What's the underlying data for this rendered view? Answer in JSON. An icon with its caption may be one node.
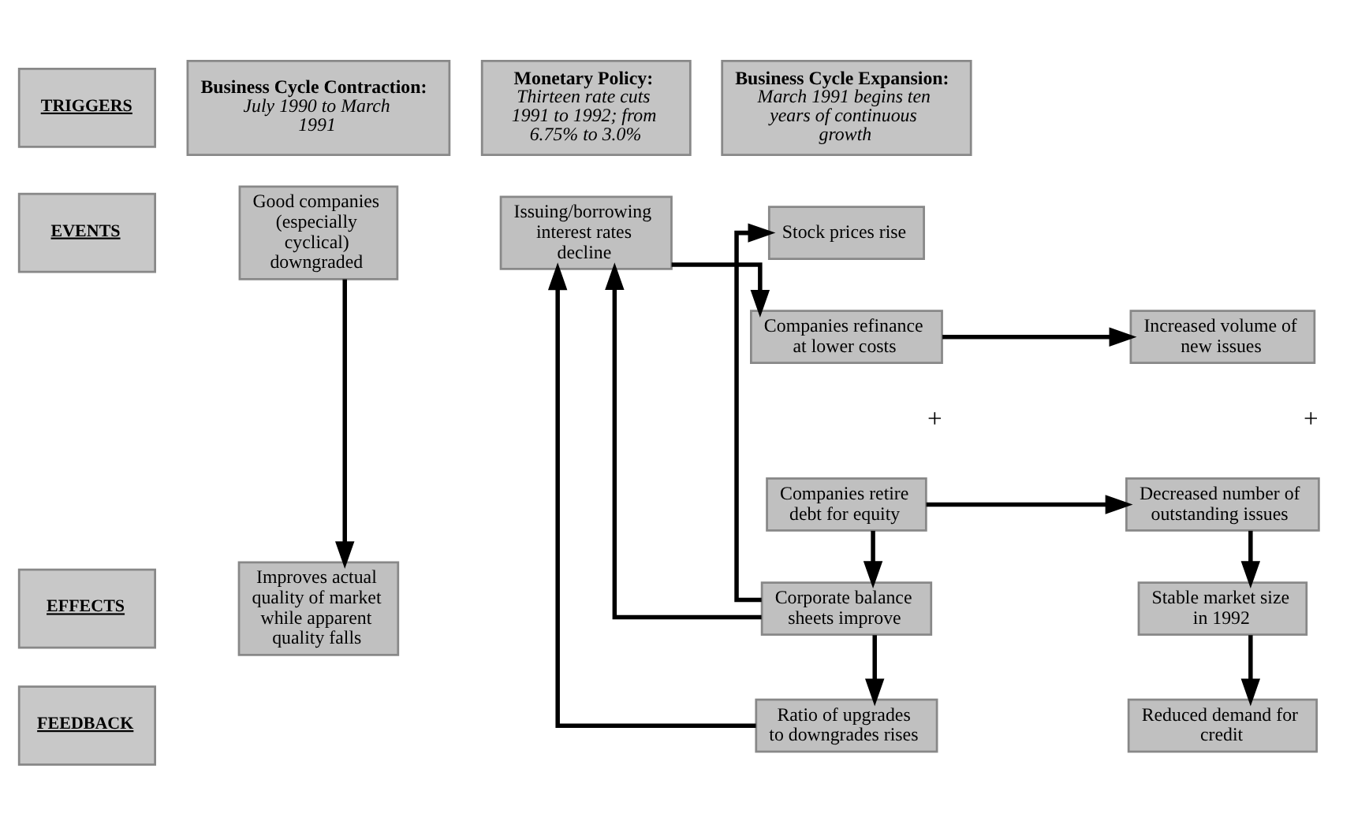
{
  "diagram": {
    "nodes": [
      {
        "text": [
          "TRIGGERS"
        ]
      },
      {
        "text": [
          "EVENTS"
        ]
      },
      {
        "text": [
          "EFFECTS"
        ]
      },
      {
        "text": [
          "FEEDBACK"
        ]
      },
      {
        "text": [
          "Business Cycle Contraction:",
          "July 1990 to March 1991"
        ]
      },
      {
        "text": [
          "Monetary Policy:",
          "Thirteen rate cuts 1991 to 1992; from 6.75% to 3.0%"
        ]
      },
      {
        "text": [
          "Business Cycle Expansion:",
          "March 1991 begins ten years of continuous growth"
        ]
      },
      {
        "text": [
          "Good companies (especially cyclical) downgraded"
        ]
      },
      {
        "text": [
          "Issuing/borrowing interest rates decline"
        ]
      },
      {
        "text": [
          "Stock prices rise"
        ]
      },
      {
        "text": [
          "Companies refinance at lower costs"
        ]
      },
      {
        "text": [
          "Increased volume of new issues"
        ]
      },
      {
        "text": [
          "Companies retire debt for equity"
        ]
      },
      {
        "text": [
          "Decreased number of outstanding issues"
        ]
      },
      {
        "text": [
          "Improves actual quality of market while apparent quality falls"
        ]
      },
      {
        "text": [
          "Corporate balance sheets improve"
        ]
      },
      {
        "text": [
          "Stable market size in 1992"
        ]
      },
      {
        "text": [
          "Ratio of upgrades to downgrades rises"
        ]
      },
      {
        "text": [
          "Reduced demand for credit"
        ]
      }
    ],
    "edges": [
      {
        "from": 7,
        "to": 14,
        "arrow": "to"
      },
      {
        "from": 8,
        "to": 10,
        "arrow": "to"
      },
      {
        "from": 15,
        "to": 9,
        "arrow": "to"
      },
      {
        "from": 10,
        "to": 11,
        "arrow": "to"
      },
      {
        "from": 12,
        "to": 13,
        "arrow": "to"
      },
      {
        "from": 12,
        "to": 15,
        "arrow": "to"
      },
      {
        "from": 13,
        "to": 16,
        "arrow": "to"
      },
      {
        "from": 15,
        "to": 17,
        "arrow": "to"
      },
      {
        "from": 16,
        "to": 18,
        "arrow": "to"
      },
      {
        "from": 15,
        "to": 8,
        "arrow": "to"
      },
      {
        "from": 17,
        "to": 8,
        "arrow": "to"
      }
    ],
    "labels": [
      "+",
      "+"
    ]
  }
}
